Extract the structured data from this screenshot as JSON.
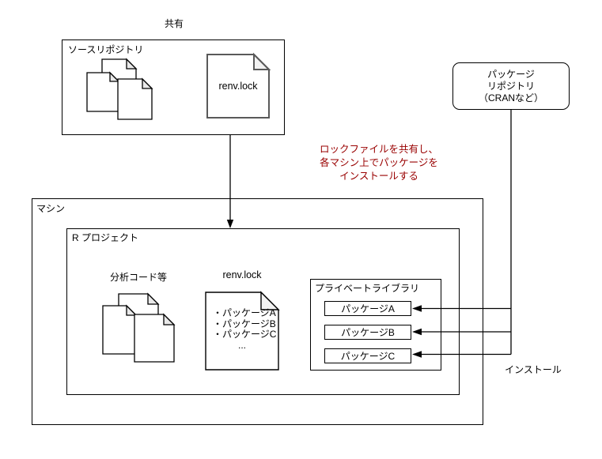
{
  "diagram": {
    "shared_label": "共有",
    "source_repo": {
      "title": "ソースリポジトリ",
      "lockfile_label": "renv.lock"
    },
    "package_repo": {
      "label": "パッケージ\nリポジトリ\n（CRANなど）"
    },
    "note": {
      "text": "ロックファイルを共有し、\n各マシン上でパッケージを\nインストールする"
    },
    "machine": {
      "title": "マシン"
    },
    "r_project": {
      "title": "R プロジェクト",
      "analysis_label": "分析コード等",
      "lockfile_label": "renv.lock",
      "lockfile_contents": "・パッケージA\n・パッケージB\n・パッケージC",
      "lockfile_ellipsis": "...",
      "private_library": {
        "title": "プライベートライブラリ",
        "packages": [
          "パッケージA",
          "パッケージB",
          "パッケージC"
        ]
      }
    },
    "install_label": "インストール",
    "colors": {
      "line": "#000000",
      "note_red": "#990000",
      "fold_gray": "#e9e9e9",
      "doc_border_gray": "#595959"
    }
  }
}
